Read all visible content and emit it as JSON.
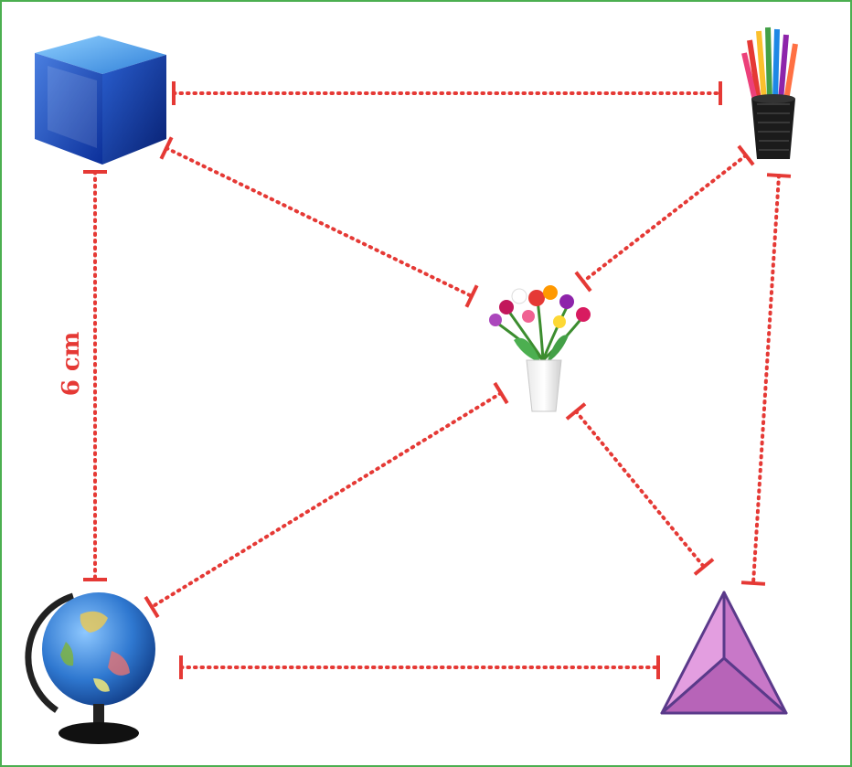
{
  "colors": {
    "frame": "#4caf50",
    "measure": "#e53935"
  },
  "objects": [
    {
      "id": "cube",
      "icon": "cube-icon"
    },
    {
      "id": "pencil_cup",
      "icon": "pencil-cup-icon"
    },
    {
      "id": "flower_vase",
      "icon": "flower-vase-icon"
    },
    {
      "id": "globe",
      "icon": "globe-icon"
    },
    {
      "id": "pyramid",
      "icon": "pyramid-icon"
    }
  ],
  "measurements": [
    {
      "from": "cube",
      "to": "globe",
      "label": "6 cm"
    },
    {
      "from": "cube",
      "to": "pencil_cup",
      "label": ""
    },
    {
      "from": "cube",
      "to": "flower_vase",
      "label": ""
    },
    {
      "from": "pencil_cup",
      "to": "flower_vase",
      "label": ""
    },
    {
      "from": "pencil_cup",
      "to": "pyramid",
      "label": ""
    },
    {
      "from": "flower_vase",
      "to": "globe",
      "label": ""
    },
    {
      "from": "flower_vase",
      "to": "pyramid",
      "label": ""
    },
    {
      "from": "globe",
      "to": "pyramid",
      "label": ""
    }
  ]
}
